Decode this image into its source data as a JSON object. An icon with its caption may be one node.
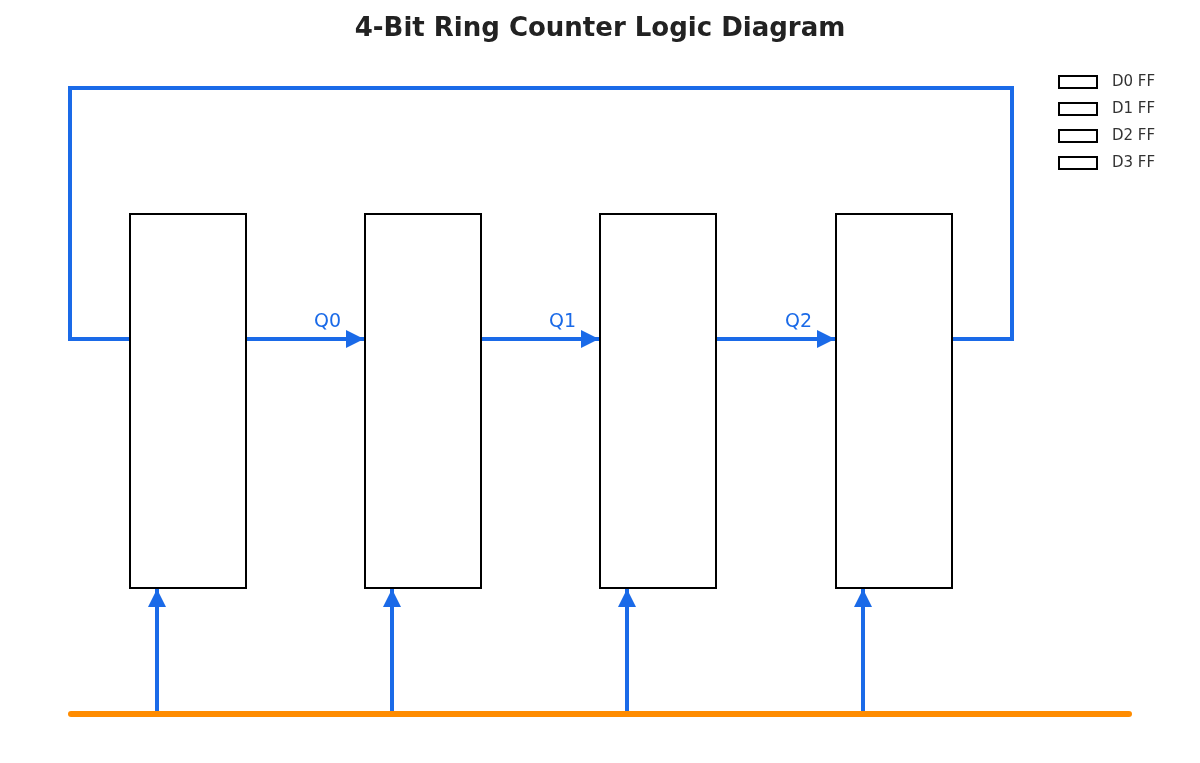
{
  "diagram": {
    "title": "4-Bit Ring Counter Logic Diagram",
    "nodes": [
      {
        "text": [],
        "shape": "box"
      },
      {
        "text": [],
        "shape": "box"
      },
      {
        "text": [],
        "shape": "box"
      },
      {
        "text": [],
        "shape": "box"
      },
      {
        "text": [],
        "shape": "bar"
      }
    ],
    "edges": [
      {
        "from": 0,
        "to": 1,
        "label": "Q0",
        "arrow": "to"
      },
      {
        "from": 1,
        "to": 2,
        "label": "Q1",
        "arrow": "to"
      },
      {
        "from": 2,
        "to": 3,
        "label": "Q2",
        "arrow": "to"
      },
      {
        "from": 3,
        "to": 0,
        "arrow": "none"
      },
      {
        "from": 4,
        "to": 0,
        "arrow": "to"
      },
      {
        "from": 4,
        "to": 1,
        "arrow": "to"
      },
      {
        "from": 4,
        "to": 2,
        "arrow": "to"
      },
      {
        "from": 4,
        "to": 3,
        "arrow": "to"
      }
    ],
    "legend": [
      {
        "text": "D0 FF"
      },
      {
        "text": "D1 FF"
      },
      {
        "text": "D2 FF"
      },
      {
        "text": "D3 FF"
      }
    ]
  }
}
